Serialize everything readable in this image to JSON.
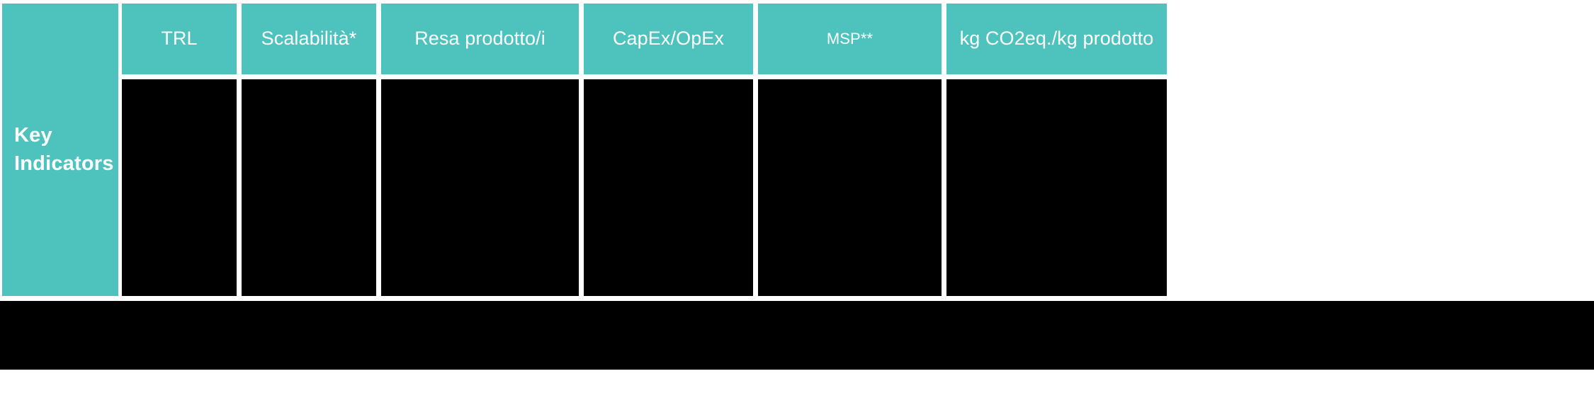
{
  "theme": {
    "accent_teal": "#4EC3BE",
    "header_text": "#FFFFFF",
    "cell_fill": "#000000",
    "page_background": "#FFFFFF"
  },
  "table": {
    "row_label": {
      "text": "Key\nIndicators",
      "line1": "Key",
      "line2": "Indicators"
    },
    "columns": [
      {
        "header": "TRL",
        "value": "",
        "size": "normal"
      },
      {
        "header": "Scalabilità*",
        "value": "",
        "size": "normal"
      },
      {
        "header": "Resa prodotto/i",
        "value": "",
        "size": "normal"
      },
      {
        "header": "CapEx/OpEx",
        "value": "",
        "size": "normal"
      },
      {
        "header": "MSP**",
        "value": "",
        "size": "small"
      },
      {
        "header": "kg CO2eq./kg prodotto",
        "value": "",
        "size": "normal"
      }
    ],
    "bottom_row": {
      "value": ""
    }
  }
}
